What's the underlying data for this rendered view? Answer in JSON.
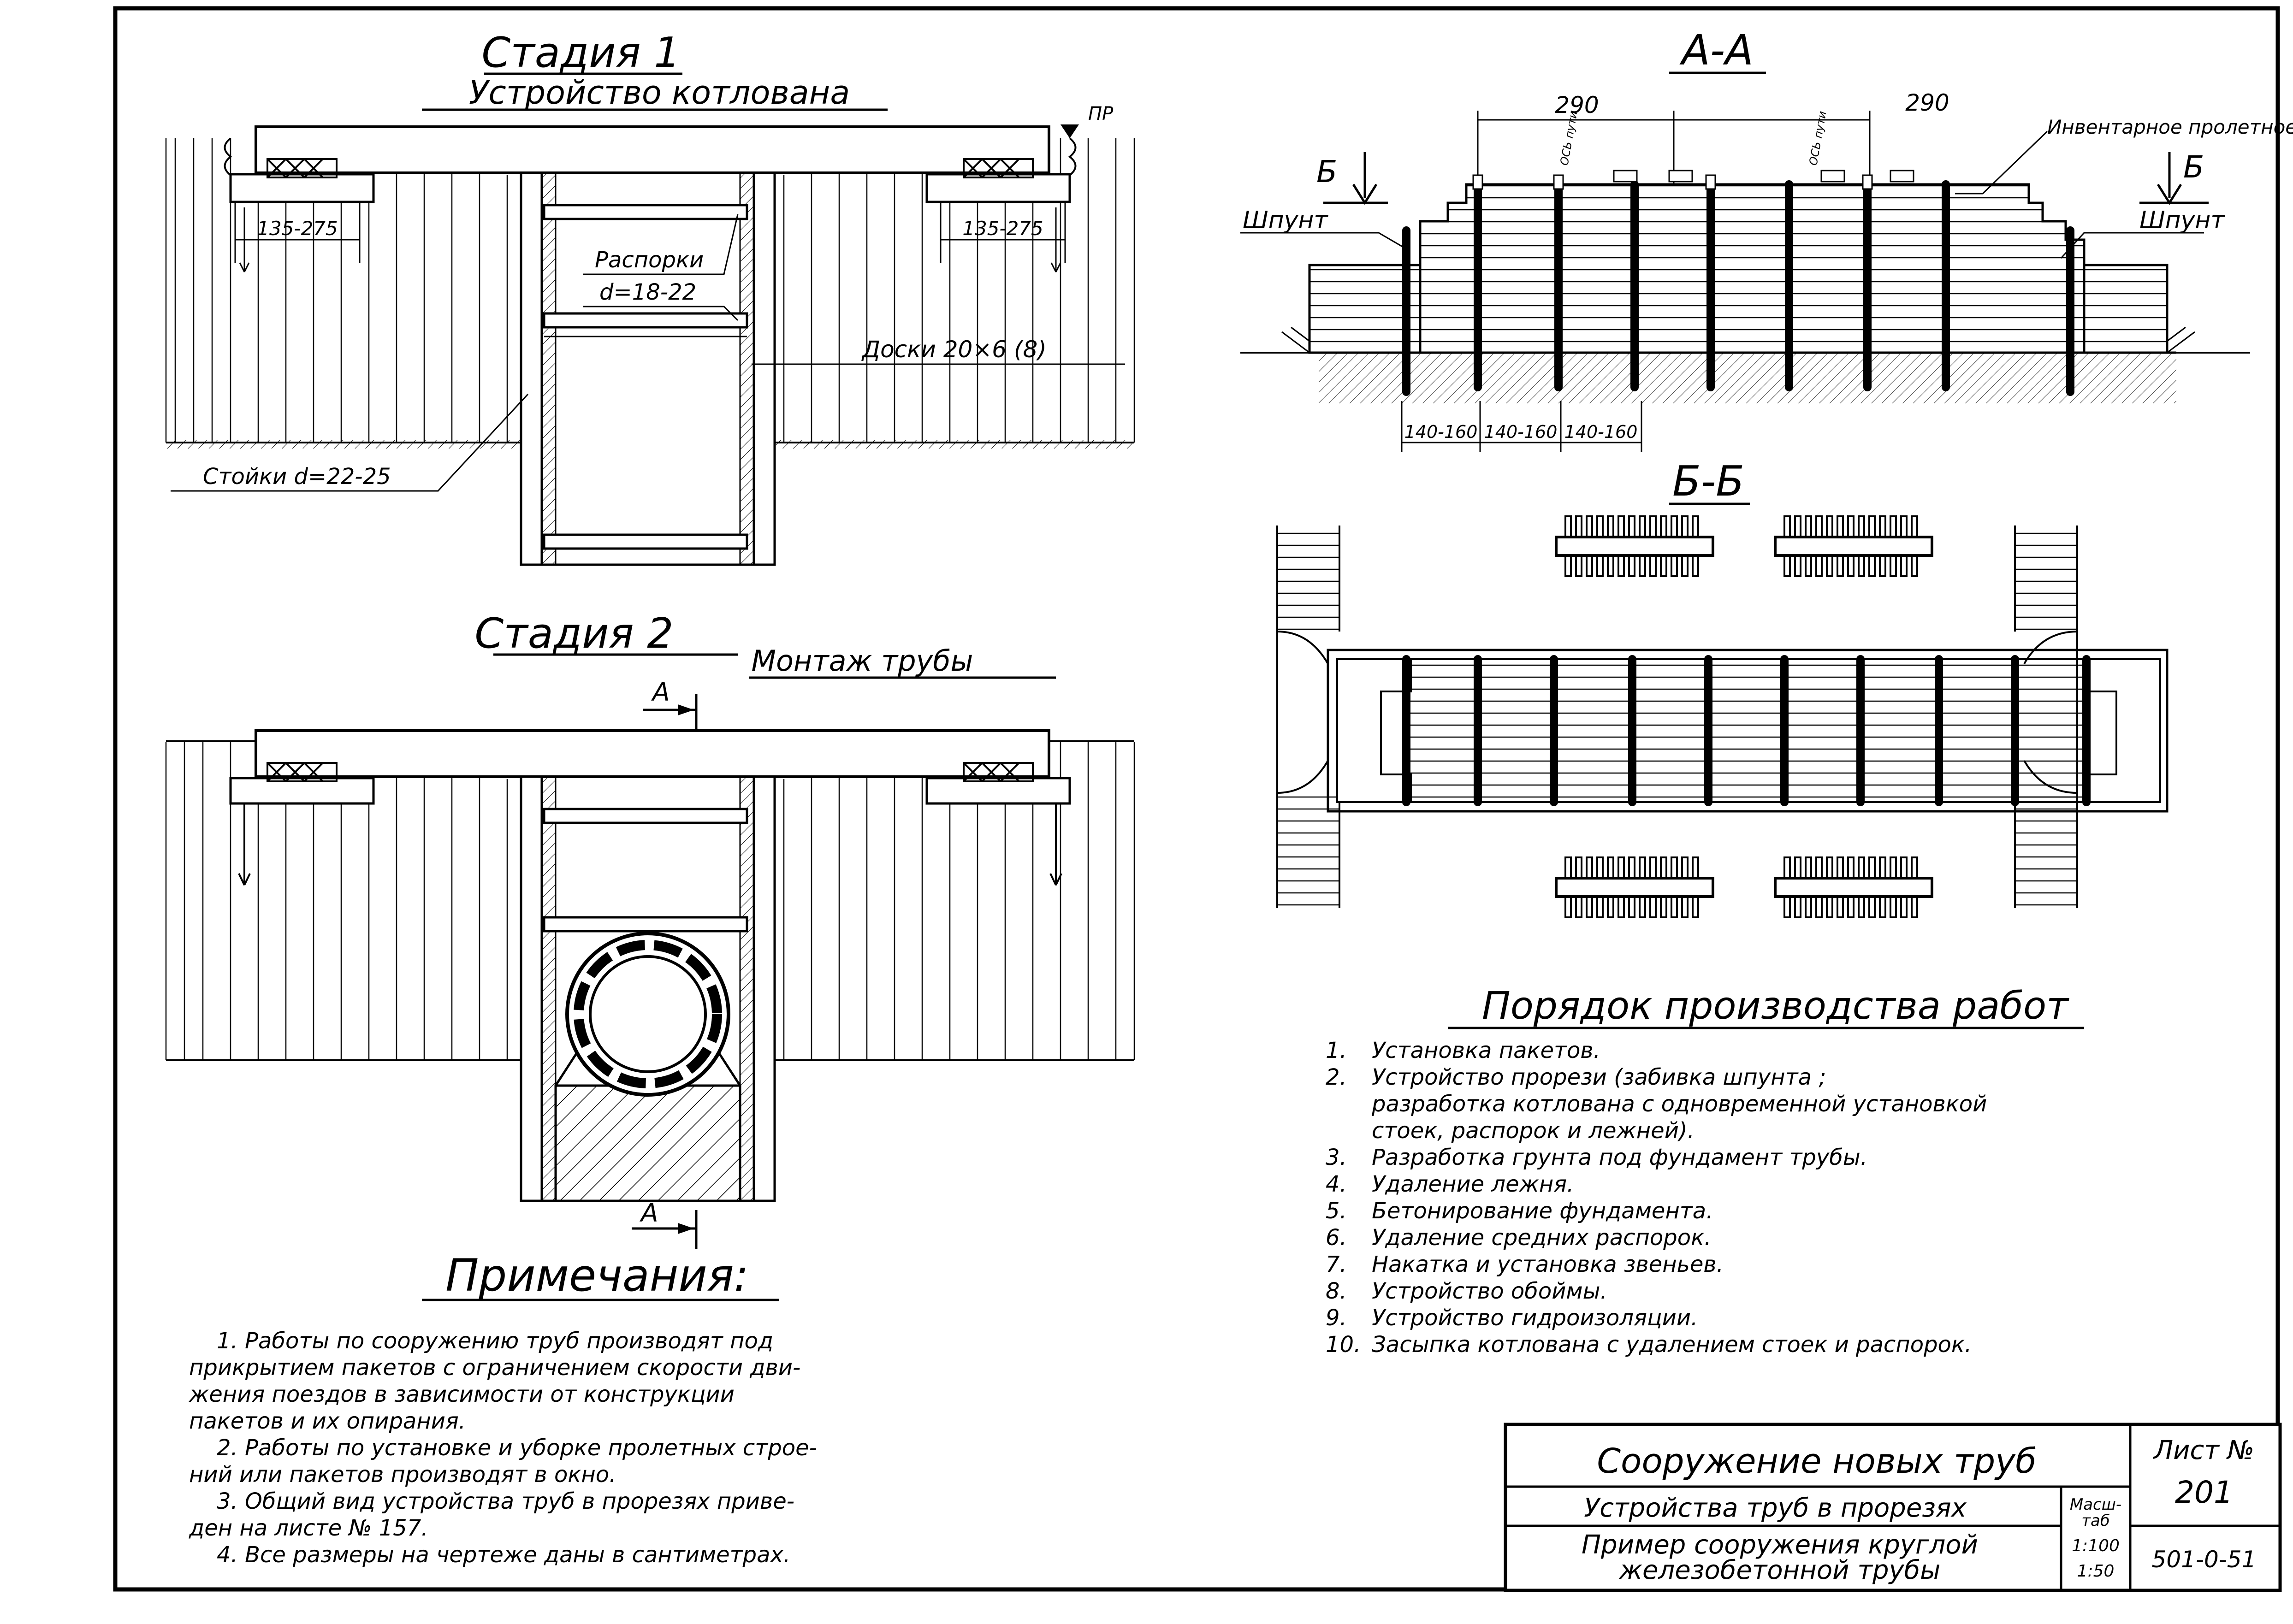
{
  "stage1": {
    "title": "Стадия 1",
    "subtitle": "Устройство котлована",
    "label_pr": "ПР",
    "dim_left": "135-275",
    "dim_right": "135-275",
    "struts": "Распорки",
    "struts_d": "d=18-22",
    "boards": "Доски 20×6 (8)",
    "posts": "Стойки  d=22-25"
  },
  "stage2": {
    "title": "Стадия 2",
    "subtitle": "Монтаж трубы",
    "cut_mark": "А"
  },
  "section_aa": {
    "title": "А-А",
    "dim1": "290",
    "dim2": "290",
    "rail_label": "Инвентарное пролетное строение",
    "sheet_pile_left": "Шпунт",
    "sheet_pile_right": "Шпунт",
    "mark_b": "Б",
    "bottom_dims": [
      "140-160",
      "140-160",
      "140-160"
    ],
    "small_label_a": "ОСЬ пути",
    "small_label_b": "ОСЬ пути"
  },
  "section_bb": {
    "title": "Б-Б"
  },
  "works": {
    "title": "Порядок производства работ",
    "items": [
      {
        "n": "1.",
        "text": "Установка пакетов."
      },
      {
        "n": "2.",
        "text": "Устройство прорези (забивка шпунта ;"
      },
      {
        "n": "",
        "text": "разработка котлована с одновременной установкой"
      },
      {
        "n": "",
        "text": "стоек, распорок и лежней)."
      },
      {
        "n": "3.",
        "text": "Разработка грунта под фундамент трубы."
      },
      {
        "n": "4.",
        "text": "Удаление лежня."
      },
      {
        "n": "5.",
        "text": "Бетонирование фундамента."
      },
      {
        "n": "6.",
        "text": "Удаление средних распорок."
      },
      {
        "n": "7.",
        "text": "Накатка и установка звеньев."
      },
      {
        "n": "8.",
        "text": "Устройство обоймы."
      },
      {
        "n": "9.",
        "text": "Устройство гидроизоляции."
      },
      {
        "n": "10.",
        "text": "Засыпка котлована с удалением стоек и распорок."
      }
    ]
  },
  "notes": {
    "title": "Примечания:",
    "lines": [
      "1.  Работы по сооружению труб производят под",
      "прикрытием пакетов с ограничением скорости дви-",
      "жения поездов в зависимости от конструкции",
      "пакетов и их опирания.",
      "2.  Работы по установке и уборке пролетных строе-",
      "ний или пакетов производят в окно.",
      "3.  Общий вид устройства труб в прорезях приве-",
      "ден на листе № 157.",
      "4.  Все размеры на чертеже даны в сантиметрах."
    ]
  },
  "title_block": {
    "main": "Сооружение новых труб",
    "sub1": "Устройства труб в прорезях",
    "sub2_line1": "Пример сооружения круглой",
    "sub2_line2": "железобетонной трубы",
    "scale_label_1": "Масш-",
    "scale_label_2": "таб",
    "scale_1": "1:100",
    "scale_2": "1:50",
    "sheet_label": "Лист №",
    "sheet_no": "201",
    "code": "501-0-51"
  }
}
